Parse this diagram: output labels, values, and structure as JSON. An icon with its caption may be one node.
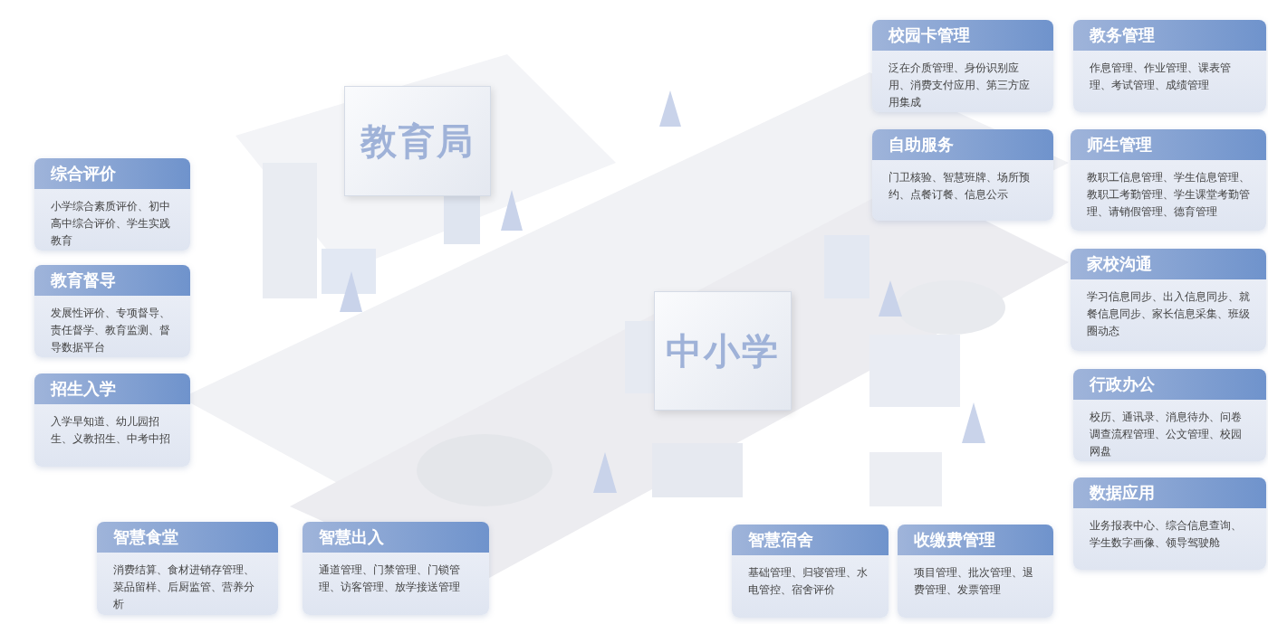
{
  "diagram": {
    "nodes": [
      {
        "text": [
          "综合评价",
          "小学综合素质评价、初中高中综合评价、学生实践教育"
        ]
      },
      {
        "text": [
          "教育督导",
          "发展性评价、专项督导、责任督学、教育监测、督导数据平台"
        ]
      },
      {
        "text": [
          "招生入学",
          "入学早知道、幼儿园招生、义教招生、中考中招"
        ]
      },
      {
        "text": [
          "校园卡管理",
          "泛在介质管理、身份识别应用、消费支付应用、第三方应用集成"
        ]
      },
      {
        "text": [
          "教务管理",
          "作息管理、作业管理、课表管理、考试管理、成绩管理"
        ]
      },
      {
        "text": [
          "自助服务",
          "门卫核验、智慧班牌、场所预约、点餐订餐、信息公示"
        ]
      },
      {
        "text": [
          "师生管理",
          "教职工信息管理、学生信息管理、教职工考勤管理、学生课堂考勤管理、请销假管理、德育管理"
        ]
      },
      {
        "text": [
          "家校沟通",
          "学习信息同步、出入信息同步、就餐信息同步、家长信息采集、班级圈动态"
        ]
      },
      {
        "text": [
          "行政办公",
          "校历、通讯录、消息待办、问卷调查流程管理、公文管理、校园网盘"
        ]
      },
      {
        "text": [
          "数据应用",
          "业务报表中心、综合信息查询、学生数字画像、领导驾驶舱"
        ]
      },
      {
        "text": [
          "智慧食堂",
          "消费结算、食材进销存管理、菜品留样、后厨监管、营养分析"
        ]
      },
      {
        "text": [
          "智慧出入",
          "通道管理、门禁管理、门锁管理、访客管理、放学接送管理"
        ]
      },
      {
        "text": [
          "智慧宿舍",
          "基础管理、归寝管理、水电管控、宿舍评价"
        ]
      },
      {
        "text": [
          "收缴费管理",
          "项目管理、批次管理、退费管理、发票管理"
        ]
      },
      {
        "text": [
          "教育局"
        ]
      },
      {
        "text": [
          "中小学"
        ]
      }
    ]
  }
}
